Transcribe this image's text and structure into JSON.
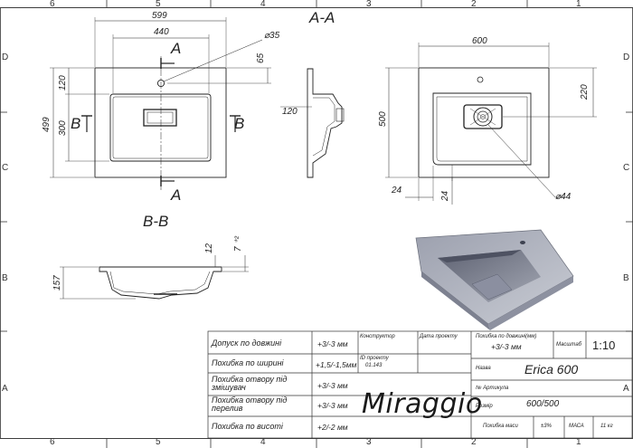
{
  "zones": {
    "top": [
      "6",
      "5",
      "4",
      "3",
      "2",
      "1"
    ],
    "bottom": [
      "6",
      "5",
      "4",
      "3",
      "2",
      "1"
    ],
    "left": [
      "D",
      "C",
      "B",
      "A"
    ],
    "right": [
      "D",
      "C",
      "B",
      "A"
    ]
  },
  "sections": {
    "aa": "A-A",
    "bb": "B-B",
    "a_top": "A",
    "a_bottom": "A",
    "b_left": "B",
    "b_right": "B"
  },
  "dims_top_view": {
    "w599": "599",
    "w440": "440",
    "d35": "⌀35",
    "d65": "65",
    "h120": "120",
    "h300": "300",
    "h499": "499"
  },
  "dims_side_view": {
    "h120": "120"
  },
  "dims_bottom_view": {
    "w600": "600",
    "h500": "500",
    "h220": "220",
    "w24": "24",
    "h24": "24",
    "d44": "⌀44"
  },
  "dims_section_bb": {
    "h157": "157",
    "h12": "12",
    "h7": "7 ⁺²"
  },
  "title_block": {
    "rows": [
      {
        "label": "Допуск по довжині",
        "value": "+3/-3 мм"
      },
      {
        "label": "Похибка по ширині",
        "value": "+1,5/-1,5мм"
      },
      {
        "label": "Похибка отвору під змішувач",
        "value": "+3/-3 мм"
      },
      {
        "label": "Похибка отвору під перелив",
        "value": "+3/-3 мм"
      },
      {
        "label": "Похибка по висоті",
        "value": "+2/-2 мм"
      }
    ],
    "constructor_label": "Конструктор",
    "date_label": "Дата проекту",
    "project_id_label": "ID проекту",
    "project_id_value": "01.143",
    "brand": "Miraggio",
    "length_tol_label": "Похибка по довжині(мм)",
    "length_tol_value": "+3/-3 мм",
    "scale_label": "Масштаб",
    "scale_value": "1:10",
    "name_label": "Назва",
    "name_value": "Erica 600",
    "article_label": "№ Артикула",
    "size_label": "Розмір",
    "size_value": "600/500",
    "mass_tol_label": "Похибка маси",
    "mass_tol_value": "±3%",
    "mass_label": "МАСА",
    "mass_value": "11 кг"
  },
  "colors": {
    "line": "#222222",
    "sink_light": "#b9bcc6",
    "sink_dark": "#6e7282",
    "frame": "#333333"
  }
}
